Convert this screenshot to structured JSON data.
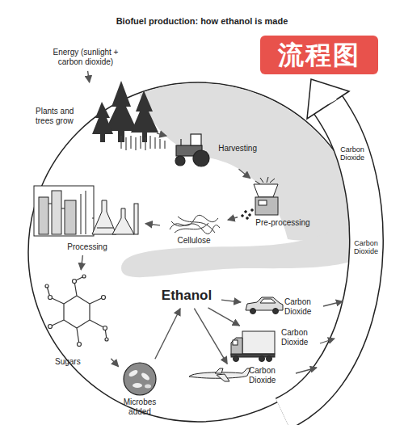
{
  "diagram": {
    "title": "Biofuel production: how ethanol is made",
    "nodes": [
      {
        "text": [
          "Energy (sunlight + carbon dioxide)"
        ]
      },
      {
        "text": [
          "Plants and trees grow"
        ]
      },
      {
        "text": [
          "Harvesting"
        ]
      },
      {
        "text": [
          "Pre-processing"
        ]
      },
      {
        "text": [
          "Cellulose"
        ]
      },
      {
        "text": [
          "Processing"
        ]
      },
      {
        "text": [
          "Sugars"
        ]
      },
      {
        "text": [
          "Microbes added"
        ]
      },
      {
        "text": [
          "Ethanol"
        ]
      },
      {
        "text": [
          "Carbon Dioxide"
        ]
      },
      {
        "text": [
          "Carbon Dioxide"
        ]
      },
      {
        "text": [
          "Carbon Dioxide"
        ]
      }
    ],
    "edges": [
      {
        "from": 0,
        "to": 1,
        "arrow": "to"
      },
      {
        "from": 1,
        "to": 2,
        "arrow": "to"
      },
      {
        "from": 2,
        "to": 3,
        "arrow": "to"
      },
      {
        "from": 3,
        "to": 4,
        "arrow": "to"
      },
      {
        "from": 4,
        "to": 5,
        "arrow": "to"
      },
      {
        "from": 5,
        "to": 6,
        "arrow": "to"
      },
      {
        "from": 6,
        "to": 7,
        "arrow": "to"
      },
      {
        "from": 7,
        "to": 8,
        "arrow": "to"
      },
      {
        "from": 8,
        "to": 9,
        "arrow": "to"
      },
      {
        "from": 8,
        "to": 10,
        "arrow": "to"
      },
      {
        "from": 8,
        "to": 11,
        "arrow": "to"
      }
    ],
    "labels": [
      "流程图",
      "Carbon Dioxide",
      "Carbon Dioxide"
    ]
  }
}
